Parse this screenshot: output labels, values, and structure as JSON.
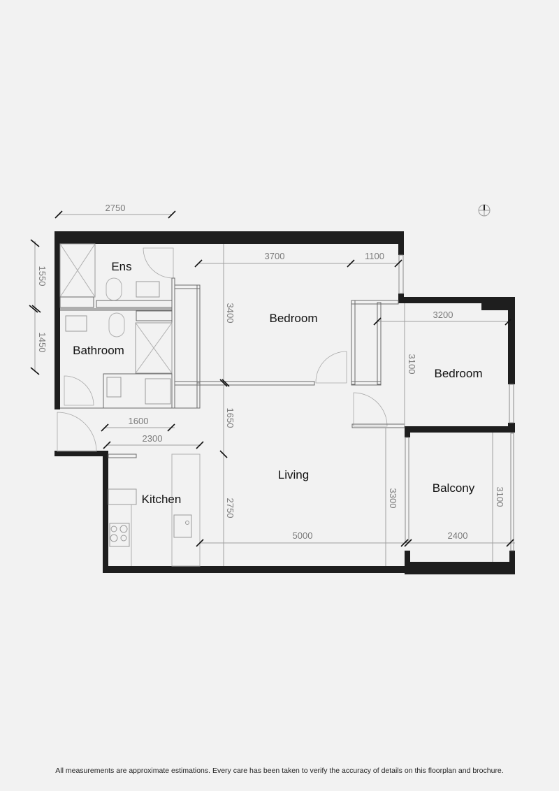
{
  "floorplan": {
    "rooms": {
      "ens": "Ens",
      "bathroom": "Bathroom",
      "bedroom1": "Bedroom",
      "bedroom2": "Bedroom",
      "kitchen": "Kitchen",
      "living": "Living",
      "balcony": "Balcony"
    },
    "dimensions": {
      "top_2750": "2750",
      "left_1550": "1550",
      "left_1450": "1450",
      "bed1_width_3700": "3700",
      "bed1_robe_1100": "1100",
      "bed1_depth_3400": "3400",
      "bed2_width_3200": "3200",
      "bed2_depth_3100": "3100",
      "kitchen_1600": "1600",
      "kitchen_2300": "2300",
      "living_1650": "1650",
      "living_2750": "2750",
      "living_width_5000": "5000",
      "living_depth_3300": "3300",
      "balcony_width_2400": "2400",
      "balcony_depth_3100": "3100"
    },
    "colors": {
      "background": "#f2f2f2",
      "wall": "#1e1e1e",
      "dimension_text": "#7a7a7a",
      "room_label": "#111111"
    }
  },
  "footer": {
    "disclaimer": "All measurements are approximate estimations. Every care has been taken to verify the accuracy of details on this floorplan and brochure."
  }
}
